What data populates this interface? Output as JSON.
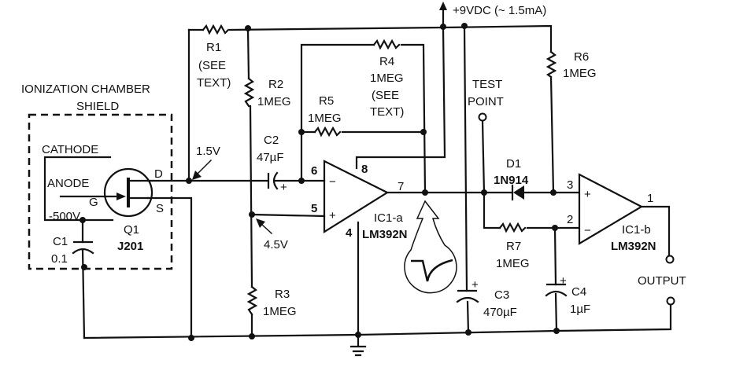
{
  "supply": {
    "label": "+9VDC (~ 1.5mA)"
  },
  "chamber": {
    "title_line1": "IONIZATION CHAMBER",
    "title_line2": "SHIELD",
    "cathode": "CATHODE",
    "anode": "ANODE",
    "voltage": "-500V"
  },
  "q1": {
    "name": "Q1",
    "part": "J201",
    "gate": "G",
    "drain": "D",
    "source": "S"
  },
  "c1": {
    "name": "C1",
    "value": "0.1"
  },
  "r1": {
    "name": "R1",
    "note1": "(SEE",
    "note2": "TEXT)"
  },
  "r2": {
    "name": "R2",
    "value": "1MEG"
  },
  "r3": {
    "name": "R3",
    "value": "1MEG"
  },
  "r4": {
    "name": "R4",
    "value": "1MEG",
    "note1": "(SEE",
    "note2": "TEXT)"
  },
  "r5": {
    "name": "R5",
    "value": "1MEG"
  },
  "r6": {
    "name": "R6",
    "value": "1MEG"
  },
  "r7": {
    "name": "R7",
    "value": "1MEG"
  },
  "c2": {
    "name": "C2",
    "value": "47µF",
    "polarity": "+"
  },
  "c3": {
    "name": "C3",
    "value": "470µF",
    "polarity": "+"
  },
  "c4": {
    "name": "C4",
    "value": "1µF",
    "polarity": "+"
  },
  "d1": {
    "name": "D1",
    "part": "1N914"
  },
  "ic1a": {
    "name": "IC1-a",
    "part": "LM392N",
    "pin6": "6",
    "pin5": "5",
    "pin8": "8",
    "pin4": "4",
    "pin7": "7",
    "minus": "−",
    "plus": "+"
  },
  "ic1b": {
    "name": "IC1-b",
    "part": "LM392N",
    "pin3": "3",
    "pin2": "2",
    "pin1": "1",
    "plus": "+",
    "minus": "−"
  },
  "nodes": {
    "v_drain": "1.5V",
    "v_ref": "4.5V"
  },
  "test_point": {
    "line1": "TEST",
    "line2": "POINT"
  },
  "output": {
    "label": "OUTPUT"
  }
}
